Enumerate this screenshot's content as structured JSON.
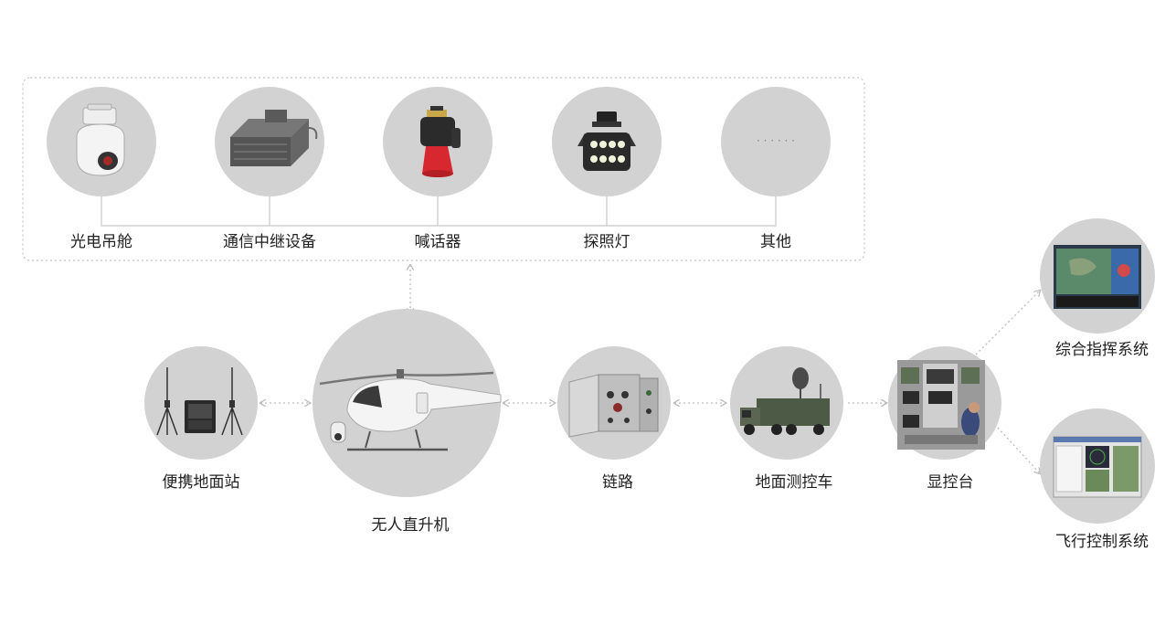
{
  "payloads": {
    "items": [
      {
        "label": "光电吊舱"
      },
      {
        "label": "通信中继设备"
      },
      {
        "label": "喊话器"
      },
      {
        "label": "探照灯"
      },
      {
        "label": "其他",
        "placeholder": "· · · · · ·"
      }
    ]
  },
  "chain": {
    "portable_station": "便携地面站",
    "helicopter": "无人直升机",
    "datalink": "链路",
    "ground_vehicle": "地面测控车",
    "console": "显控台"
  },
  "outputs": {
    "command_system": "综合指挥系统",
    "flight_control_system": "飞行控制系统"
  },
  "colors": {
    "circle": "#d2d2d2",
    "connector": "#bdbdbd",
    "label": "#222222",
    "accent_red": "#d8282f"
  }
}
